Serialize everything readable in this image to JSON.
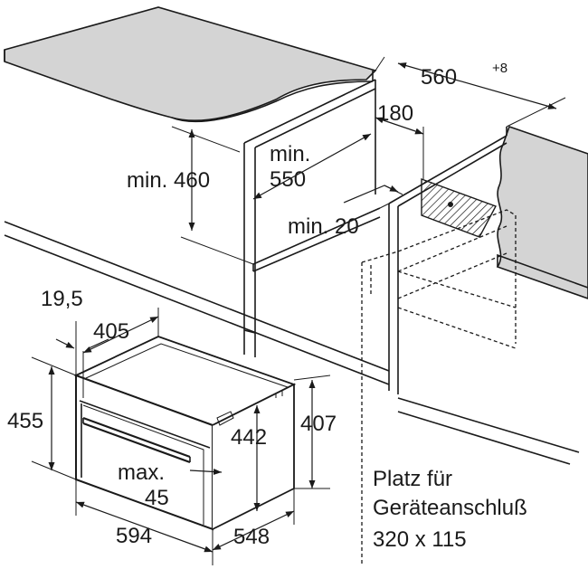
{
  "dimensions": {
    "niche_width": "560",
    "niche_width_tolerance": "+8",
    "vent_width": "180",
    "niche_height_min": "min. 460",
    "depth_min_line1": "min.",
    "depth_min_line2": "550",
    "gap_min": "min. 20",
    "panel_offset": "19,5",
    "door_depth": "405",
    "device_height": "455",
    "inner_height": "442",
    "body_height": "407",
    "max_label_line1": "max.",
    "max_label_line2": "45",
    "device_width": "594",
    "device_depth": "548"
  },
  "note": {
    "line1": "Platz für",
    "line2": "Geräteanschluß",
    "line3": "320 x 115"
  }
}
